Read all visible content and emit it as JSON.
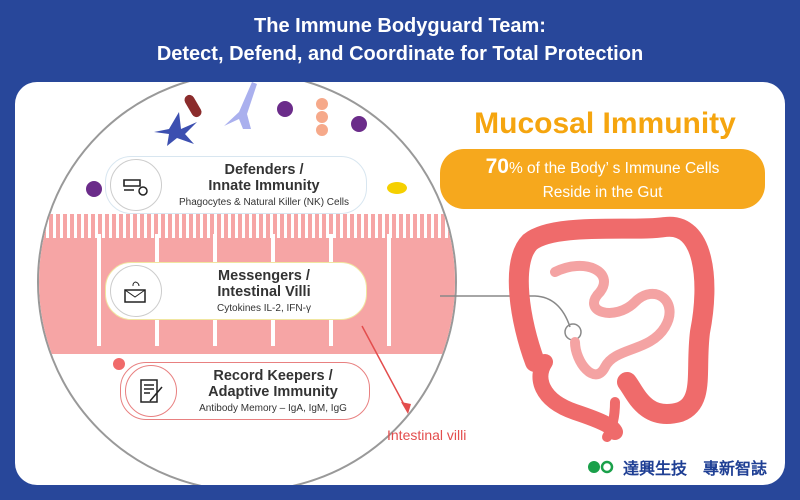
{
  "header": {
    "title_line1": "The Immune Bodyguard Team:",
    "title_line2": "Detect, Defend, and Coordinate for Total Protection"
  },
  "panels": [
    {
      "title1": "Defenders /",
      "title2": "Innate Immunity",
      "sub": "Phagocytes & Natural Killer (NK) Cells",
      "icon": "hand-target-icon"
    },
    {
      "title1": "Messengers /",
      "title2": "Intestinal Villi",
      "sub": "Cytokines IL-2, IFN-γ",
      "icon": "signal-envelope-icon"
    },
    {
      "title1": "Record Keepers /",
      "title2": "Adaptive Immunity",
      "sub": "Antibody Memory – IgA, IgM, IgG",
      "icon": "document-pen-icon"
    }
  ],
  "mucosal": {
    "title": "Mucosal Immunity",
    "stat_number": "70",
    "stat_rest": "% of the Body’ s Immune Cells",
    "stat_line2": "Reside in the Gut"
  },
  "villi_label": "Intestinal villi",
  "logo": {
    "brand": "達興生技",
    "name": "專新智誌"
  },
  "colors": {
    "background": "#28479a",
    "accent": "#f6a81d",
    "villi": "#f6a5a5",
    "intestine": "#ef6b6b"
  }
}
